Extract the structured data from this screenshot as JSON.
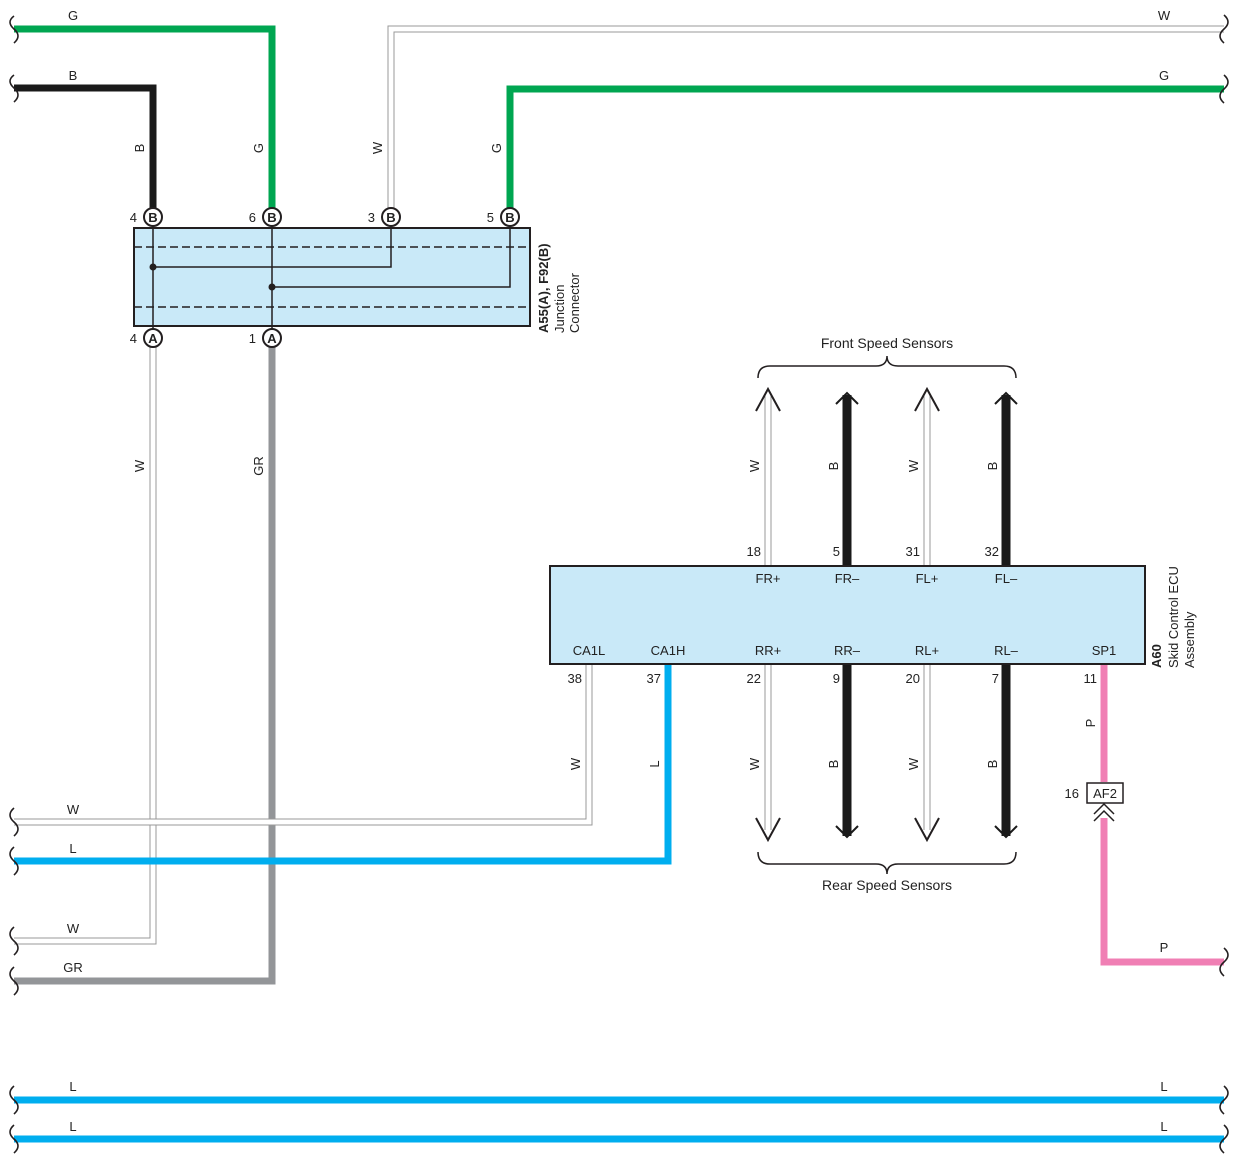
{
  "colors": {
    "G": "#00a651",
    "B": "#1a1a1a",
    "W": "#ffffff",
    "W_outline": "#999999",
    "GR": "#939598",
    "L": "#00aeef",
    "P": "#f07fb4",
    "component_fill": "#c9e9f8",
    "component_border": "#231f20"
  },
  "wires": {
    "g_top_left": "G",
    "b_top_left": "B",
    "w_top_right": "W",
    "g_top_right": "G",
    "b_vert": "B",
    "g_vert": "G",
    "w_vert_top": "W",
    "g_vert_right": "G",
    "w_vert_left": "W",
    "gr_vert": "GR",
    "w_mid_left": "W",
    "l_mid_left": "L",
    "w_lower_left": "W",
    "gr_lower_left": "GR",
    "w_ca1l": "W",
    "l_ca1h": "L",
    "p_sp1": "P",
    "p_bottom_right": "P",
    "l_bottom_1_left": "L",
    "l_bottom_1_right": "L",
    "l_bottom_2_left": "L",
    "l_bottom_2_right": "L",
    "front_fr_plus": "W",
    "front_fr_minus": "B",
    "front_fl_plus": "W",
    "front_fl_minus": "B",
    "rear_rr_plus": "W",
    "rear_rr_minus": "B",
    "rear_rl_plus": "W",
    "rear_rl_minus": "B"
  },
  "junction": {
    "code_bold": "A55(A), F92(B)",
    "name_line1": "Junction",
    "name_line2": "Connector",
    "top_pins": [
      {
        "num": "4",
        "conn": "B"
      },
      {
        "num": "6",
        "conn": "B"
      },
      {
        "num": "3",
        "conn": "B"
      },
      {
        "num": "5",
        "conn": "B"
      }
    ],
    "bottom_pins": [
      {
        "num": "4",
        "conn": "A"
      },
      {
        "num": "1",
        "conn": "A"
      }
    ]
  },
  "ecu": {
    "code": "A60",
    "name_line1": "Skid Control ECU",
    "name_line2": "Assembly",
    "top_terminals": [
      {
        "name": "FR+",
        "pin": "18"
      },
      {
        "name": "FR–",
        "pin": "5"
      },
      {
        "name": "FL+",
        "pin": "31"
      },
      {
        "name": "FL–",
        "pin": "32"
      }
    ],
    "bottom_terminals": [
      {
        "name": "CA1L",
        "pin": "38"
      },
      {
        "name": "CA1H",
        "pin": "37"
      },
      {
        "name": "RR+",
        "pin": "22"
      },
      {
        "name": "RR–",
        "pin": "9"
      },
      {
        "name": "RL+",
        "pin": "20"
      },
      {
        "name": "RL–",
        "pin": "7"
      },
      {
        "name": "SP1",
        "pin": "11"
      }
    ]
  },
  "connector_af2": {
    "label": "AF2",
    "pin": "16"
  },
  "groups": {
    "front": "Front Speed Sensors",
    "rear": "Rear Speed Sensors"
  }
}
